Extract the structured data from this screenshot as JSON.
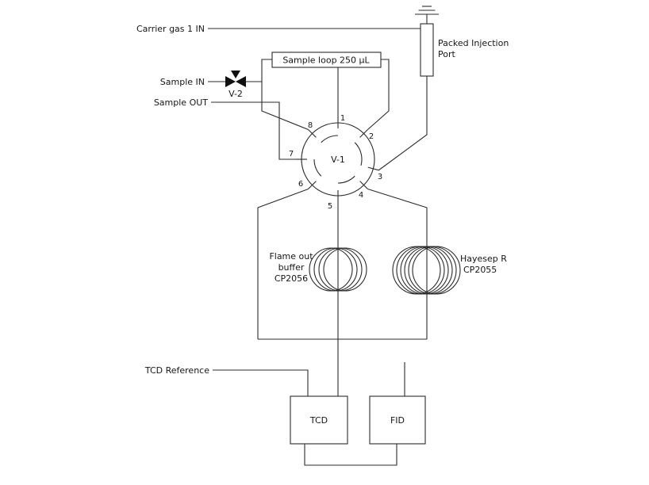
{
  "labels": {
    "carrier_gas_in": "Carrier gas 1 IN",
    "packed_injection_1": "Packed Injection",
    "packed_injection_2": "Port",
    "sample_loop": "Sample loop 250 µL",
    "sample_in": "Sample IN",
    "sample_out": "Sample OUT",
    "v2": "V-2",
    "v1": "V-1",
    "flame_out_1": "Flame out",
    "flame_out_2": "buffer",
    "flame_out_3": "CP2056",
    "hayesep_1": "Hayesep R",
    "hayesep_2": "CP2055",
    "tcd_reference": "TCD Reference",
    "tcd": "TCD",
    "fid": "FID"
  },
  "ports": [
    "1",
    "2",
    "3",
    "4",
    "5",
    "6",
    "7",
    "8"
  ],
  "colors": {
    "line": "#2b2b2b",
    "background": "#ffffff",
    "valve_fill": "#111111"
  }
}
